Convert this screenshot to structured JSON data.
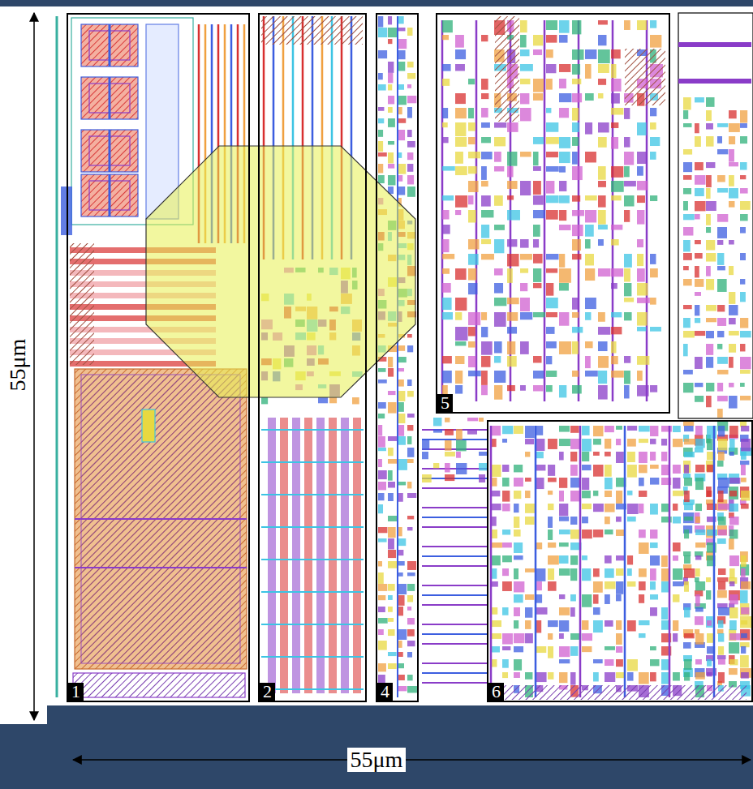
{
  "diagram": {
    "nodes": [
      {
        "text": [
          "1"
        ]
      },
      {
        "text": [
          "2"
        ]
      },
      {
        "text": [
          "4"
        ]
      },
      {
        "text": [
          "5"
        ]
      },
      {
        "text": [
          "6"
        ]
      }
    ],
    "labels": [
      "55μm",
      "55μm"
    ]
  }
}
